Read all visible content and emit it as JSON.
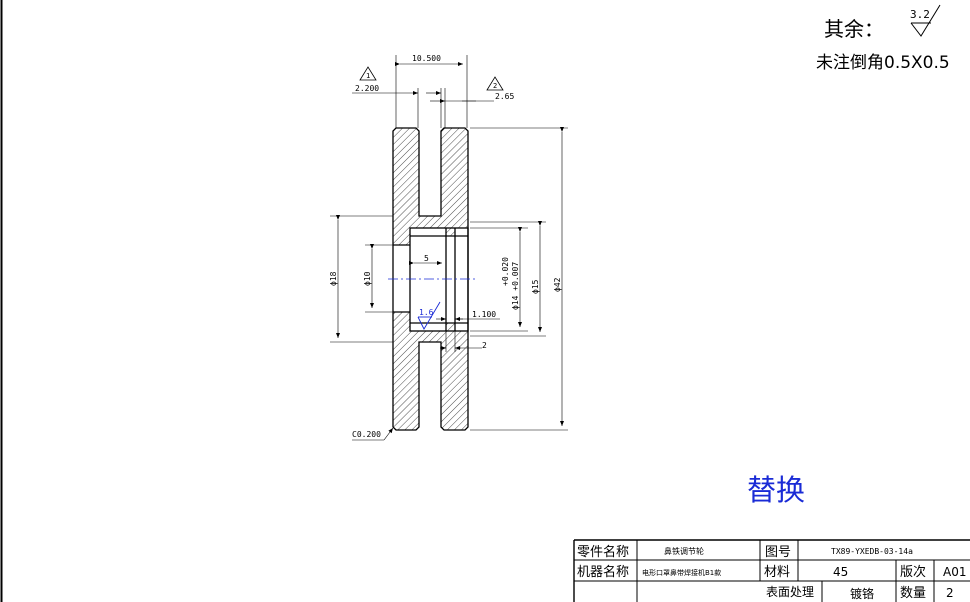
{
  "surface_note": {
    "label": "其余：",
    "roughness": "3.2",
    "chamfer_note": "未注倒角0.5X0.5"
  },
  "dimensions": {
    "top_width": "10.500",
    "left_step": "2.200",
    "right_step": "2.65",
    "marker_1": "1",
    "marker_2": "2",
    "dia_18": "ϕ18",
    "dia_10": "ϕ10",
    "bore_depth": "5",
    "dia_14_upper": "+0.020",
    "dia_14": "ϕ14 +0.007",
    "dia_15": "ϕ15",
    "dia_42": "ϕ42",
    "inner_roughness": "1.6",
    "groove_width": "1.100",
    "groove_offset": "2",
    "chamfer": "C0.200"
  },
  "replace_label": "替换",
  "title_block": {
    "part_name_label": "零件名称",
    "part_name_value": "鼻铁调节轮",
    "drawing_no_label": "图号",
    "drawing_no_value": "TX89-YXEDB-03-14a",
    "machine_label": "机器名称",
    "machine_value": "电形口罩鼻带焊接机B1款",
    "material_label": "材料",
    "material_value": "45",
    "version_label": "版次",
    "version_value": "A01",
    "surface_label": "表面处理",
    "surface_value": "镀铬",
    "qty_label": "数量",
    "qty_value": "2"
  }
}
